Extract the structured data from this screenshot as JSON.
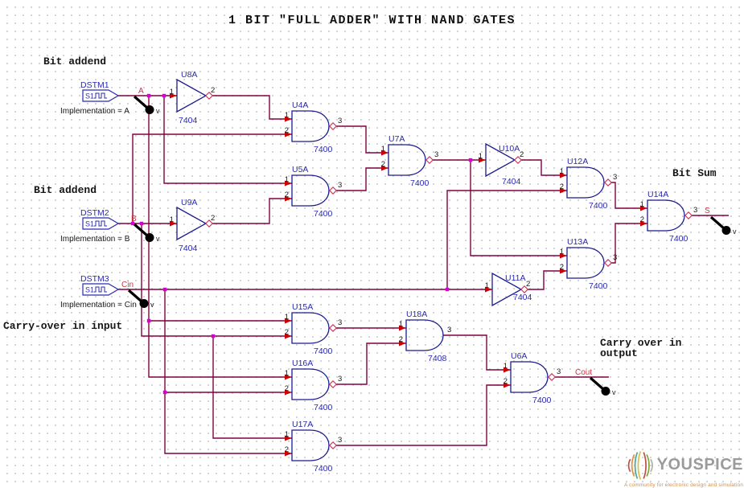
{
  "title": "1 BIT \"FULL ADDER\" WITH NAND GATES",
  "annotations": [
    {
      "id": "an-t1",
      "text": "Bit addend"
    },
    {
      "id": "an-t2",
      "text": "Bit addend"
    },
    {
      "id": "an-ci",
      "text": "Carry-over in input"
    },
    {
      "id": "an-bs",
      "text": "Bit Sum"
    },
    {
      "id": "an-co1",
      "text": "Carry over in"
    },
    {
      "id": "an-co2",
      "text": "output"
    }
  ],
  "sources": [
    {
      "ref": "DSTM1",
      "symbol_label": "S1",
      "implementation": "Implementation = A",
      "net": "A"
    },
    {
      "ref": "DSTM2",
      "symbol_label": "S1",
      "implementation": "Implementation = B",
      "net": "B"
    },
    {
      "ref": "DSTM3",
      "symbol_label": "S1",
      "implementation": "Implementation = Cin",
      "net": "Cin"
    }
  ],
  "gates": [
    {
      "ref": "U8A",
      "part": "7404",
      "type": "inverter",
      "inputs": [
        "1"
      ],
      "output": "2"
    },
    {
      "ref": "U9A",
      "part": "7404",
      "type": "inverter",
      "inputs": [
        "1"
      ],
      "output": "2"
    },
    {
      "ref": "U10A",
      "part": "7404",
      "type": "inverter",
      "inputs": [
        "1"
      ],
      "output": "2"
    },
    {
      "ref": "U11A",
      "part": "7404",
      "type": "inverter",
      "inputs": [
        "1"
      ],
      "output": "2"
    },
    {
      "ref": "U4A",
      "part": "7400",
      "type": "nand",
      "inputs": [
        "1",
        "2"
      ],
      "output": "3"
    },
    {
      "ref": "U5A",
      "part": "7400",
      "type": "nand",
      "inputs": [
        "1",
        "2"
      ],
      "output": "3"
    },
    {
      "ref": "U7A",
      "part": "7400",
      "type": "nand",
      "inputs": [
        "1",
        "2"
      ],
      "output": "3"
    },
    {
      "ref": "U12A",
      "part": "7400",
      "type": "nand",
      "inputs": [
        "1",
        "2"
      ],
      "output": "3"
    },
    {
      "ref": "U13A",
      "part": "7400",
      "type": "nand",
      "inputs": [
        "1",
        "2"
      ],
      "output": "3"
    },
    {
      "ref": "U14A",
      "part": "7400",
      "type": "nand",
      "inputs": [
        "1",
        "2"
      ],
      "output": "3"
    },
    {
      "ref": "U15A",
      "part": "7400",
      "type": "nand",
      "inputs": [
        "1",
        "2"
      ],
      "output": "3"
    },
    {
      "ref": "U16A",
      "part": "7400",
      "type": "nand",
      "inputs": [
        "1",
        "2"
      ],
      "output": "3"
    },
    {
      "ref": "U17A",
      "part": "7400",
      "type": "nand",
      "inputs": [
        "1",
        "2"
      ],
      "output": "3"
    },
    {
      "ref": "U18A",
      "part": "7408",
      "type": "and",
      "inputs": [
        "1",
        "2"
      ],
      "output": "3"
    },
    {
      "ref": "U6A",
      "part": "7400",
      "type": "nand",
      "inputs": [
        "1",
        "2"
      ],
      "output": "3"
    }
  ],
  "net_labels": [
    "A",
    "B",
    "Cin",
    "S",
    "Cout"
  ],
  "probes": [
    {
      "net": "A",
      "label": "v"
    },
    {
      "net": "B",
      "label": "v"
    },
    {
      "net": "Cin",
      "label": "v"
    },
    {
      "net": "S",
      "label": "v"
    },
    {
      "net": "Cout",
      "label": "v"
    }
  ],
  "logo": {
    "brand": "YOUSPICE",
    "tagline": "A community for electronic design and simulation"
  },
  "colors": {
    "wire": "#800040",
    "junction": "#d400d4",
    "pin_arrow": "#cc0000",
    "bubble": "#cc3355",
    "gate_outline": "#1b1b8e",
    "component_label": "#2a2ab0",
    "net_label": "#cc3344",
    "text": "#1a1a1a",
    "probe": "#000000",
    "logo_text": "#9b9b9b",
    "logo_tagline": "#c98f52"
  }
}
